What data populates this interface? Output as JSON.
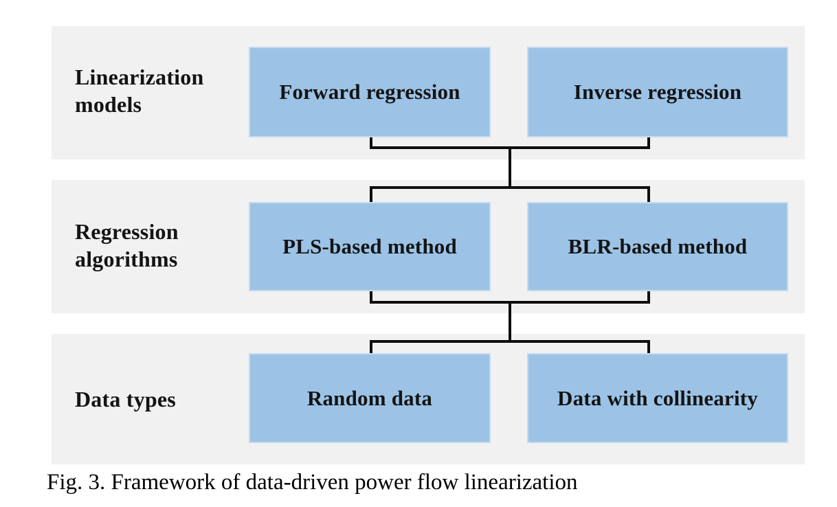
{
  "caption": "Fig. 3. Framework of data-driven power flow linearization",
  "rows": [
    {
      "label": "Linearization models",
      "boxes": [
        "Forward regression",
        "Inverse regression"
      ]
    },
    {
      "label": "Regression algorithms",
      "boxes": [
        "PLS-based method",
        "BLR-based method"
      ]
    },
    {
      "label": "Data types",
      "boxes": [
        "Random data",
        "Data with collinearity"
      ]
    }
  ],
  "connectors": [
    {
      "from": "linearization-models",
      "to": "regression-algorithms",
      "style": "bracket"
    },
    {
      "from": "regression-algorithms",
      "to": "data-types",
      "style": "bracket"
    }
  ],
  "colors": {
    "band_background": "#f1f1f1",
    "box_fill": "#9cc3e6",
    "box_border": "#c6daee",
    "connector_line": "#0e0e0e",
    "text": "#141414"
  }
}
